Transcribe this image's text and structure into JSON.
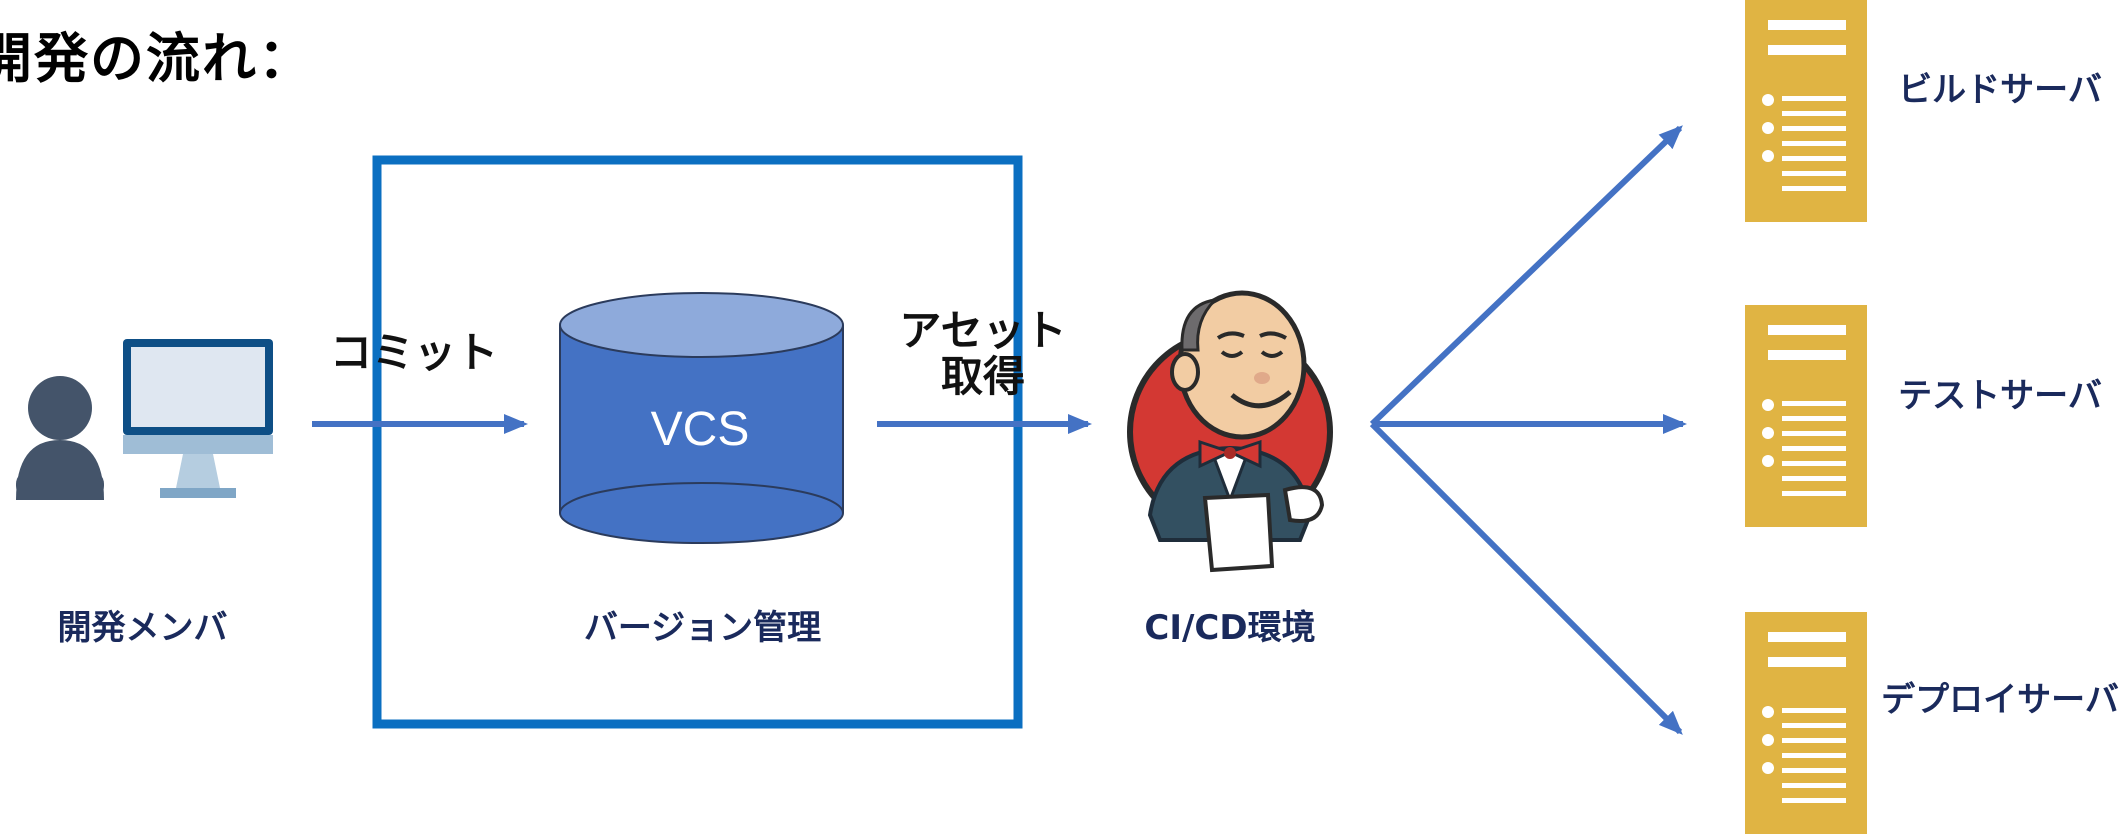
{
  "title": "開発の流れ：",
  "nodes": {
    "developer": "開発メンバ",
    "vcs_label": "バージョン管理",
    "vcs_text": "VCS",
    "cicd": "CI/CD環境",
    "build_server": "ビルドサーバ",
    "test_server": "テストサーバ",
    "deploy_server": "デプロイサーバ"
  },
  "edges": {
    "commit": "コミット",
    "asset_line1": "アセット",
    "asset_line2": "取得"
  },
  "colors": {
    "arrow": "#4472c4",
    "frame": "#0b6fc1",
    "cylinder_body": "#4472c4",
    "cylinder_top": "#8eaadb",
    "server": "#e0b443",
    "person": "#44546a",
    "monitor_frame": "#0e4f86",
    "label_text": "#1a2a5c",
    "jenkins_red": "#d33833"
  },
  "icons": [
    "person-icon",
    "monitor-icon",
    "database-cylinder-icon",
    "jenkins-butler-icon",
    "server-icon"
  ]
}
